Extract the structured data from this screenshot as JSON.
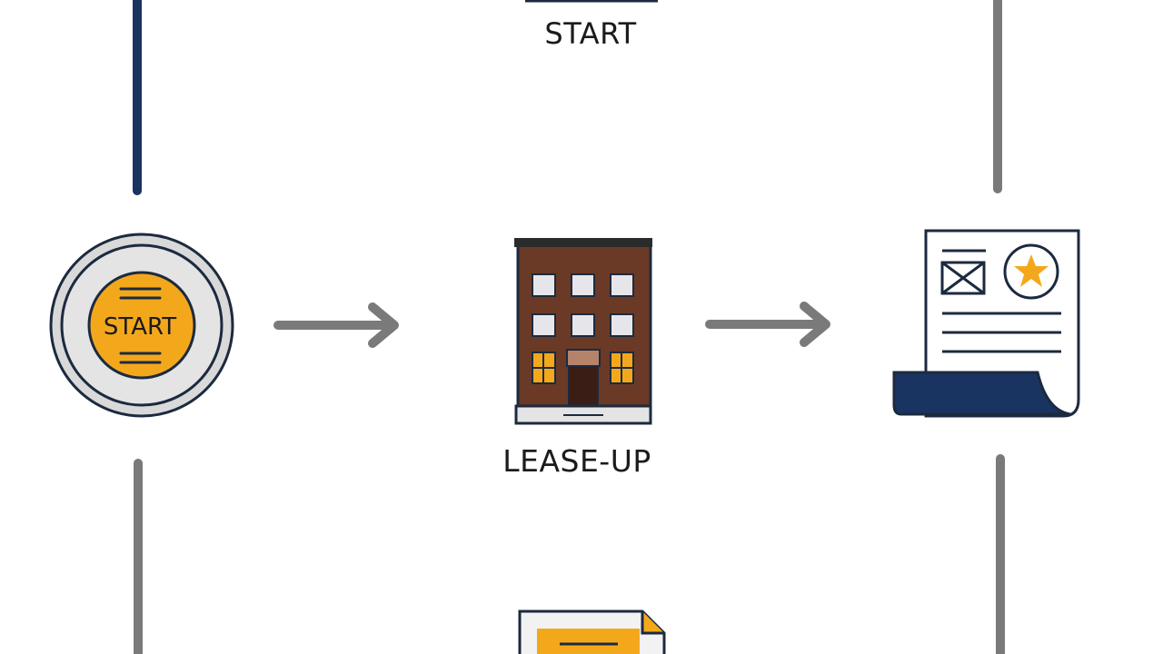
{
  "labels": {
    "top_start": "START",
    "badge_start": "START",
    "lease_up": "LEASE-UP"
  },
  "colors": {
    "navy": "#1a3461",
    "gray": "#7a7a7a",
    "orange": "#f3a81c",
    "brick": "#6a3a26",
    "outline": "#1c2a3f"
  },
  "icons": {
    "start_badge": "start-badge-icon",
    "building": "building-icon",
    "document": "rated-document-icon",
    "partial_document": "document-icon"
  }
}
